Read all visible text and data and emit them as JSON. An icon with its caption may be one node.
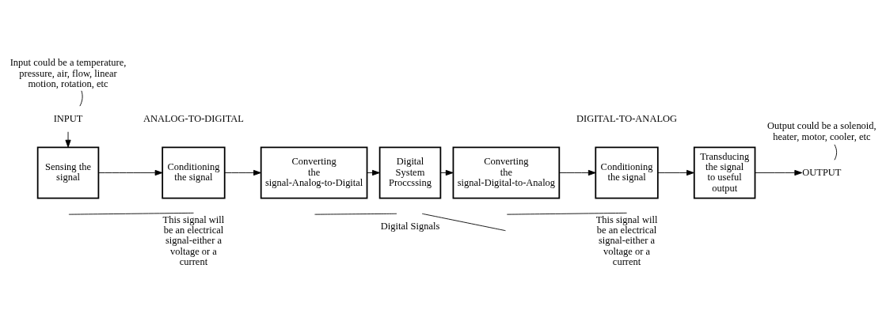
{
  "diagram": {
    "nodes": [
      {
        "text": [
          "Input could be a temperature, pressure, air, flow, linear motion, rotation, etc"
        ]
      },
      {
        "text": [
          "INPUT"
        ]
      },
      {
        "text": [
          "Sensing the signal"
        ]
      },
      {
        "text": [
          "Conditioning the signal"
        ]
      },
      {
        "text": [
          "Converting the signal-Analog-to-Digital"
        ]
      },
      {
        "text": [
          "Digital System Proccssing"
        ]
      },
      {
        "text": [
          "Converting the signal-Digital-to-Analog"
        ]
      },
      {
        "text": [
          "Conditioning the signal"
        ]
      },
      {
        "text": [
          "Transducing the signal to useful output"
        ]
      },
      {
        "text": [
          "OUTPUT"
        ]
      },
      {
        "text": [
          "Output could be a solenoid, heater, motor, cooler, etc"
        ]
      },
      {
        "text": [
          "This signal will be an electrical signal-either a voltage or a current"
        ]
      },
      {
        "text": [
          "Digital Signals"
        ]
      },
      {
        "text": [
          "This signal will be an electrical signal-either a voltage or a current"
        ]
      }
    ],
    "edges": [
      {
        "from": 0,
        "to": 1,
        "arrow": "none"
      },
      {
        "from": 1,
        "to": 2,
        "arrow": "to"
      },
      {
        "from": 2,
        "to": 3,
        "arrow": "to"
      },
      {
        "from": 3,
        "to": 4,
        "arrow": "to"
      },
      {
        "from": 4,
        "to": 5,
        "arrow": "to"
      },
      {
        "from": 5,
        "to": 6,
        "arrow": "to"
      },
      {
        "from": 6,
        "to": 7,
        "arrow": "to"
      },
      {
        "from": 7,
        "to": 8,
        "arrow": "to"
      },
      {
        "from": 8,
        "to": 9,
        "arrow": "to"
      },
      {
        "from": 10,
        "to": 9,
        "arrow": "none"
      },
      {
        "from": 11,
        "to": null,
        "arrow": "none"
      },
      {
        "from": 12,
        "to": null,
        "arrow": "none"
      },
      {
        "from": 12,
        "to": null,
        "arrow": "none"
      },
      {
        "from": 13,
        "to": null,
        "arrow": "none"
      }
    ],
    "labels": [
      "ANALOG-TO-DIGITAL",
      "DIGITAL-TO-ANALOG"
    ]
  }
}
